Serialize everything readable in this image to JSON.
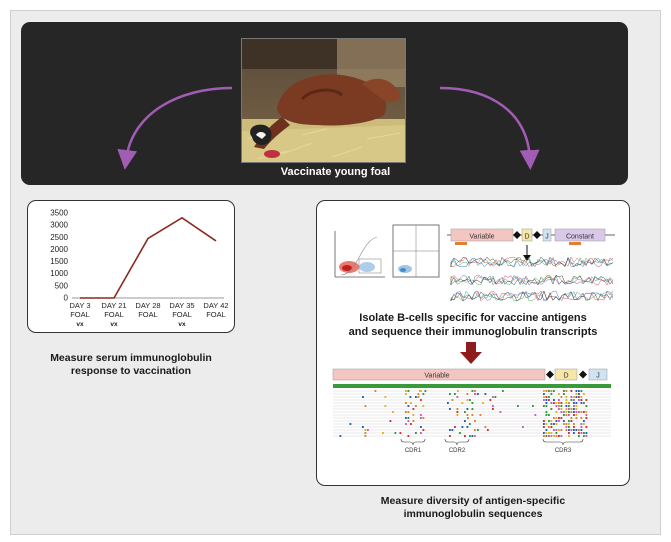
{
  "banner": {
    "label": "Vaccinate young foal",
    "photo_alt": "foal lying in straw"
  },
  "colors": {
    "banner_bg": "#262626",
    "arrow": "#a15cb3",
    "line": "#8b2a1e",
    "down_arrow": "#8e1c1c",
    "variable_region": "#f4c6c2",
    "j_region": "#cfe3f3",
    "constant_region": "#d9c8ea"
  },
  "chart_data": {
    "type": "line",
    "categories": [
      "DAY 3 FOAL vx",
      "DAY 21 FOAL vx",
      "DAY 28 FOAL",
      "DAY 35 FOAL vx",
      "DAY 42 FOAL"
    ],
    "tick_lines": [
      [
        "DAY 3",
        "FOAL",
        "vx"
      ],
      [
        "DAY 21",
        "FOAL",
        "vx"
      ],
      [
        "DAY 28",
        "FOAL",
        ""
      ],
      [
        "DAY 35",
        "FOAL",
        "vx"
      ],
      [
        "DAY 42",
        "FOAL",
        ""
      ]
    ],
    "values": [
      0,
      0,
      2450,
      3300,
      2350
    ],
    "ylim": [
      0,
      3500
    ],
    "yticks": [
      0,
      500,
      1000,
      1500,
      2000,
      2500,
      3000,
      3500
    ],
    "xlabel": "",
    "ylabel": ""
  },
  "captions": {
    "left": [
      "Measure serum immunoglobulin",
      "response to vaccination"
    ],
    "middle": [
      "Isolate B-cells specific for vaccine antigens",
      "and sequence their immunoglobulin transcripts"
    ],
    "bottom": [
      "Measure diversity of antigen-specific",
      "immunoglobulin sequences"
    ]
  },
  "gene_top": {
    "variable": "Variable",
    "d": "D",
    "j": "J",
    "constant": "Constant"
  },
  "gene_bottom": {
    "variable": "Variable",
    "d": "D",
    "j": "J"
  },
  "cdr_labels": [
    "CDR1",
    "CDR2",
    "CDR3"
  ]
}
